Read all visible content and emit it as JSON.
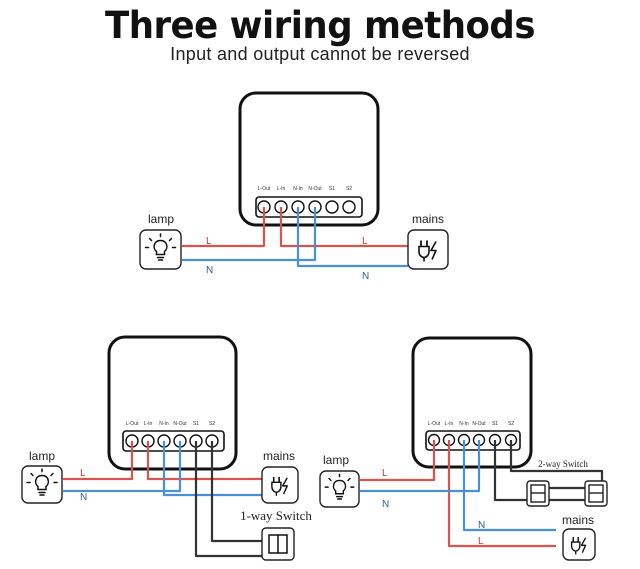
{
  "header": {
    "title": "Three wiring methods",
    "subtitle": "Input and output cannot be reversed"
  },
  "terminals": [
    "L-Out",
    "L-In",
    "N-In",
    "N-Out",
    "S1",
    "S2"
  ],
  "labels": {
    "lamp": "lamp",
    "mains": "mains",
    "live": "L",
    "neutral": "N",
    "one_way_switch": "1-way Switch",
    "two_way_switch": "2-way Switch"
  },
  "colors": {
    "live": "#d9534f",
    "neutral": "#4a90d9",
    "switch_wire": "#333333",
    "outline": "#111111",
    "live_label": "#c0392b",
    "neutral_label": "#2c5f9e"
  },
  "icons": {
    "lamp": "light-bulb-icon",
    "mains": "power-plug-icon",
    "switch": "wall-switch-icon"
  }
}
